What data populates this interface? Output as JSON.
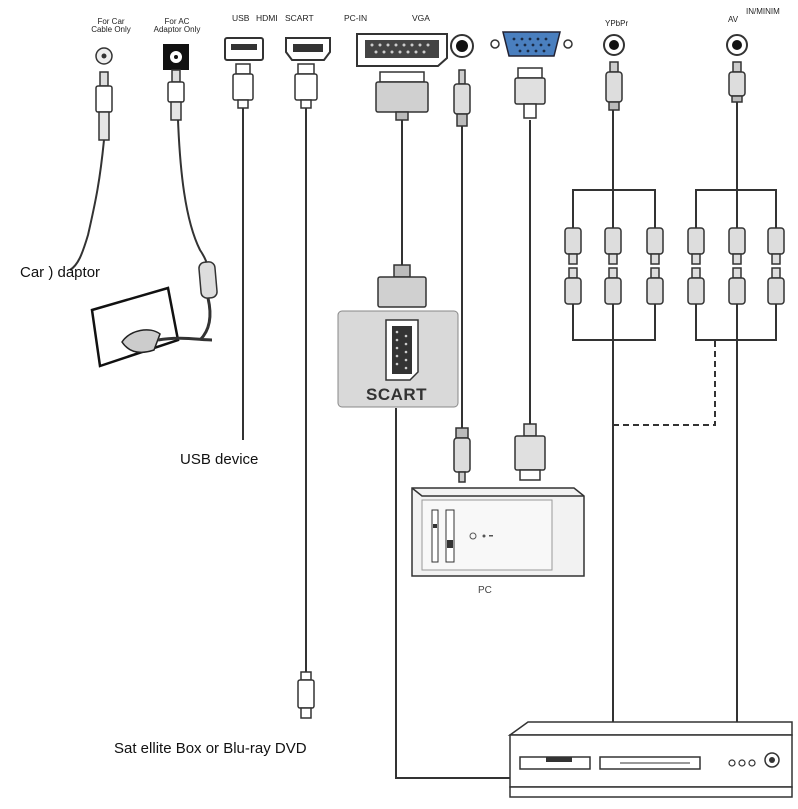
{
  "ports": {
    "car": "For Car\nCable Only",
    "ac": "For AC\nAdaptor Only",
    "usb": "USB",
    "hdmi": "HDMI",
    "scart": "SCART",
    "pcin": "PC-IN",
    "vga": "VGA",
    "ypbpr": "YPbPr",
    "av": "AV",
    "minav": "IN/MINIM"
  },
  "devices": {
    "car_adaptor": "Car ) daptor",
    "usb_device": "USB device",
    "scart_box": "SCART",
    "pc": "PC",
    "satellite": "Sat ellite Box or Blu-ray DVD"
  },
  "colors": {
    "line": "#333333",
    "scart_fill": "#d9d9d9",
    "vga_blue": "#4a7fbf"
  }
}
